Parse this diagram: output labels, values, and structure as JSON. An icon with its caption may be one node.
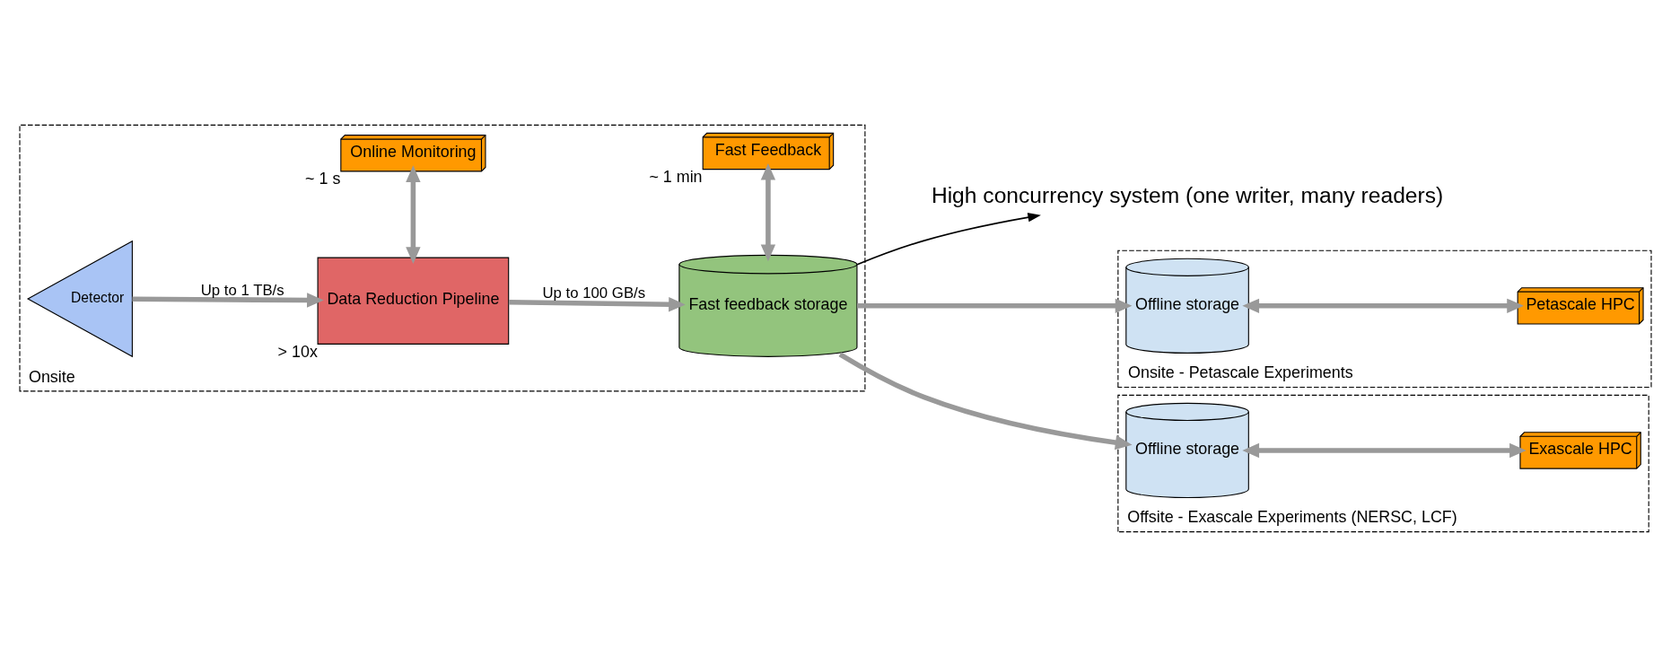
{
  "diagram": {
    "nodes": [
      {
        "text": [
          "Onsite"
        ]
      },
      {
        "text": [
          "Detector"
        ],
        "in": 0
      },
      {
        "text": [
          "Data Reduction Pipeline"
        ],
        "beside": [
          "> 10x"
        ],
        "in": 0
      },
      {
        "text": [
          "Fast feedback storage"
        ],
        "in": 0
      },
      {
        "text": [
          "Online Monitoring"
        ],
        "beside": [
          "~ 1 s"
        ],
        "in": 0
      },
      {
        "text": [
          "Fast Feedback"
        ],
        "beside": [
          "~ 1 min"
        ],
        "in": 0
      },
      {
        "text": [
          "High concurrency system (one writer, many readers)"
        ]
      },
      {
        "text": [
          "Onsite - Petascale Experiments"
        ]
      },
      {
        "text": [
          "Offline storage"
        ],
        "in": 7
      },
      {
        "text": [
          "Petascale HPC"
        ],
        "in": 7
      },
      {
        "text": [
          "Offsite - Exascale Experiments (NERSC, LCF)"
        ]
      },
      {
        "text": [
          "Offline storage"
        ],
        "in": 10
      },
      {
        "text": [
          "Exascale HPC"
        ],
        "in": 10
      }
    ],
    "edges": [
      {
        "from": 1,
        "to": 2,
        "arrow": "to",
        "label": "Up to 1 TB/s"
      },
      {
        "from": 2,
        "to": 3,
        "arrow": "to",
        "label": "Up to 100 GB/s"
      },
      {
        "from": 2,
        "to": 4,
        "arrow": "both"
      },
      {
        "from": 3,
        "to": 6,
        "arrow": "to",
        "color": "#000000"
      },
      {
        "from": 3,
        "to": 5,
        "arrow": "both"
      },
      {
        "from": 3,
        "to": 8,
        "arrow": "to"
      },
      {
        "from": 3,
        "to": 11,
        "arrow": "to"
      },
      {
        "from": 8,
        "to": 9,
        "arrow": "both"
      },
      {
        "from": 11,
        "to": 12,
        "arrow": "both"
      }
    ]
  }
}
